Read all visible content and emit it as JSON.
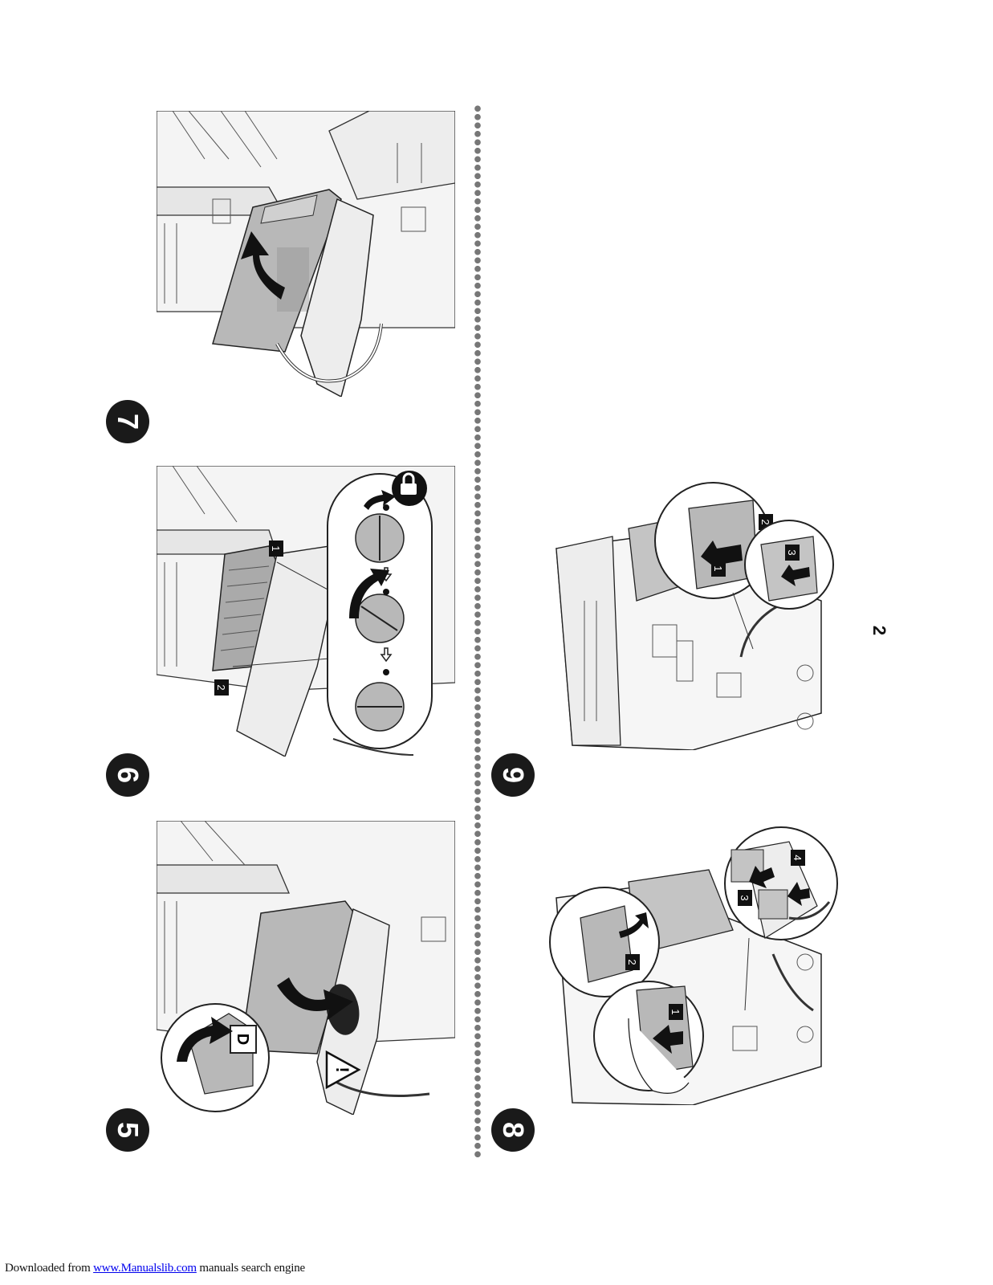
{
  "steps": [
    {
      "number": "5"
    },
    {
      "number": "6"
    },
    {
      "number": "7"
    },
    {
      "number": "8"
    },
    {
      "number": "9"
    }
  ],
  "panel5": {
    "callout_letter": "D"
  },
  "panel6": {
    "callouts": [
      "1",
      "2"
    ]
  },
  "panel8": {
    "callouts": [
      "1",
      "2",
      "3",
      "4"
    ]
  },
  "panel9": {
    "callouts": [
      "1",
      "2",
      "3"
    ]
  },
  "page_number": "2",
  "footer": {
    "prefix": "Downloaded from ",
    "link_text": "www.Manualslib.com",
    "suffix": " manuals search engine"
  },
  "colors": {
    "ink": "#1a1a1a",
    "fill_gray": "#b8b8b8",
    "light_gray": "#e8e8e8",
    "link": "#0000ee"
  }
}
